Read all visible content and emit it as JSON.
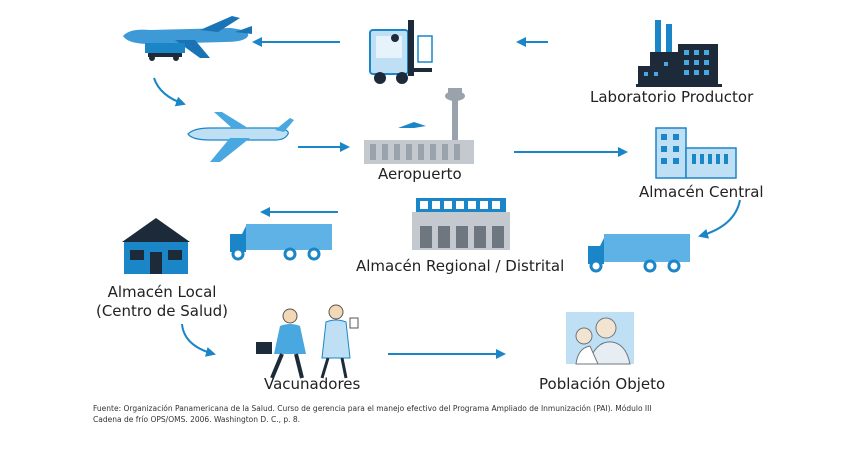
{
  "nodes": {
    "lab": "Laboratorio Productor",
    "airport": "Aeropuerto",
    "central": "Almacén Central",
    "regional": "Almacén Regional / Distrital",
    "local_line1": "Almacén Local",
    "local_line2": "(Centro de Salud)",
    "vaccinators": "Vacunadores",
    "target": "Población Objeto"
  },
  "footnote": {
    "line1": "Fuente: Organización Panamericana de la Salud. Curso de gerencia para el manejo efectivo del Programa Ampliado de Inmunización (PAI). Módulo III",
    "line2": "Cadena de frío OPS/OMS. 2006. Washington D. C., p. 8."
  },
  "colors": {
    "accent": "#1a86c8",
    "light_blue": "#4aa8e0",
    "dark": "#1d2a3a",
    "grey": "#9aa3ab"
  },
  "icons": [
    "airplane-icon",
    "forklift-icon",
    "factory-icon",
    "airport-icon",
    "warehouse-icon",
    "truck-icon",
    "house-icon",
    "people-icon",
    "mother-child-icon"
  ]
}
